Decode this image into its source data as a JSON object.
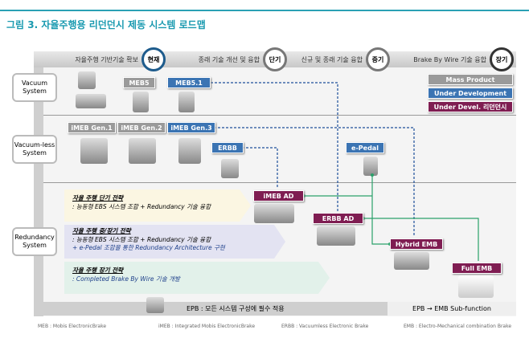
{
  "title": "그림 3. 자율주행용 리던던시 제동 시스템 로드맵",
  "phases": [
    {
      "desc": "자율주행 기반기술 확보",
      "label": "현재"
    },
    {
      "desc": "종래 기술 개선 및 융합",
      "label": "단기"
    },
    {
      "desc": "신규 및 종래 기술 융합",
      "label": "중기"
    },
    {
      "desc": "Brake By Wire 기술 융합",
      "label": "장기"
    }
  ],
  "rows": {
    "vacuum": "Vacuum System",
    "vacuumless": "Vacuum-less System",
    "redundancy": "Redundancy System"
  },
  "legend": {
    "mass": "Mass Product",
    "dev": "Under Development",
    "red": "Under Devel. 리던던시"
  },
  "products": {
    "meb5": "MEB5",
    "meb51": "MEB5.1",
    "gen1": "iMEB Gen.1",
    "gen2": "iMEB Gen.2",
    "gen3": "iMEB Gen.3",
    "erbb": "ERBB",
    "epedal": "e-Pedal",
    "imebad": "iMEB AD",
    "erbbad": "ERBB AD",
    "hybrid": "Hybrid EMB",
    "fullemb": "Full EMB"
  },
  "strategies": [
    {
      "title": "자율 주행 단기 전략",
      "lines": [
        ": 능동형 EBS 시스템 조합  + Redundancy  기술 융합"
      ]
    },
    {
      "title": "자율 주행 중/장기 전략",
      "lines": [
        ": 능동형 EBS 시스템 조합 + Redundancy  기술 융합",
        "+ e-Pedal 조합을 통한 Redundancy  Architecture  구현"
      ]
    },
    {
      "title": "자율 주행 장기 전략",
      "lines": [
        ":  Completed Brake By Wire 기술 개발"
      ]
    }
  ],
  "bottom": {
    "epb": "EPB : 모든 시스템 구성에 필수 적용",
    "sub": "EPB → EMB Sub-function"
  },
  "footnotes": [
    "MEB : Mobis ElectronicBrake",
    "iMEB : Integrated Mobis ElectronicBrake",
    "ERBB : Vacuumless Electronic Brake",
    "EMB : Electro-Mechanical combination Brake"
  ]
}
